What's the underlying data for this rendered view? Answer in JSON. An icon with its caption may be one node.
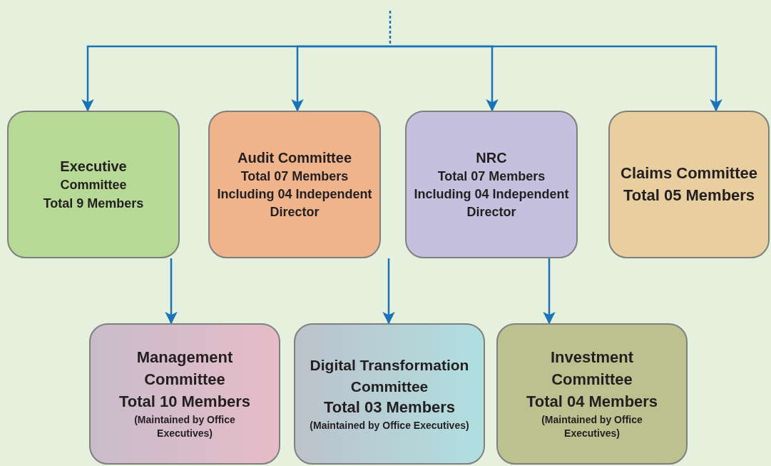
{
  "diagram": {
    "nodes": [
      {
        "text": [
          "Executive",
          "Committee",
          "Total 9 Members"
        ]
      },
      {
        "text": [
          "Audit Committee",
          "Total 07 Members Including 04 Independent Director"
        ]
      },
      {
        "text": [
          "NRC",
          "Total 07 Members Including 04 Independent Director"
        ]
      },
      {
        "text": [
          "Claims Committee",
          "Total 05 Members"
        ]
      },
      {
        "text": [
          "Management Committee",
          "Total 10 Members",
          "(Maintained by Office Executives)"
        ]
      },
      {
        "text": [
          "Digital Transformation Committee",
          "Total 03 Members",
          "(Maintained by Office Executives)"
        ]
      },
      {
        "text": [
          "Investment Committee",
          "Total 04 Members",
          "(Maintained by Office Executives)"
        ]
      }
    ],
    "edges": [
      {
        "from": null,
        "to": 0,
        "arrow": "to"
      },
      {
        "from": null,
        "to": 1,
        "arrow": "to"
      },
      {
        "from": null,
        "to": 2,
        "arrow": "to"
      },
      {
        "from": null,
        "to": 3,
        "arrow": "to"
      },
      {
        "from": 0,
        "to": 4,
        "arrow": "to"
      },
      {
        "from": 1,
        "to": 5,
        "arrow": "to"
      },
      {
        "from": 2,
        "to": 6,
        "arrow": "to"
      }
    ]
  }
}
